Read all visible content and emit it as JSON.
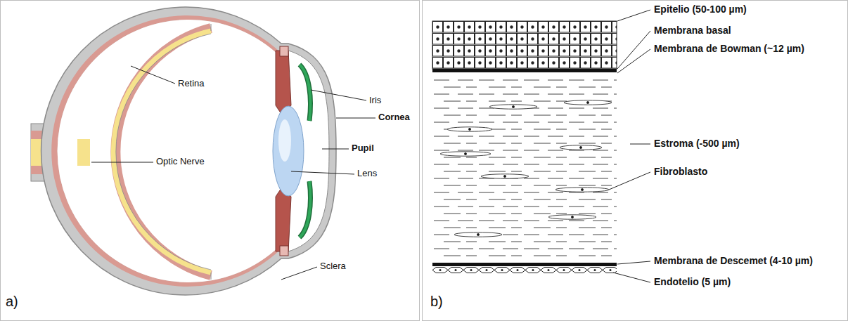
{
  "diagram": {
    "labels": [
      "Retina",
      "Iris",
      "Cornea",
      "Pupil",
      "Optic Nerve",
      "Lens",
      "Sclera",
      "a)",
      "Epitelio (50-100 µm)",
      "Membrana basal",
      "Membrana de Bowman (~12 µm)",
      "Estroma (-500 µm)",
      "Fibroblasto",
      "Membrana de Descemet (4-10 µm)",
      "Endotelio (5 µm)",
      "b)"
    ]
  }
}
